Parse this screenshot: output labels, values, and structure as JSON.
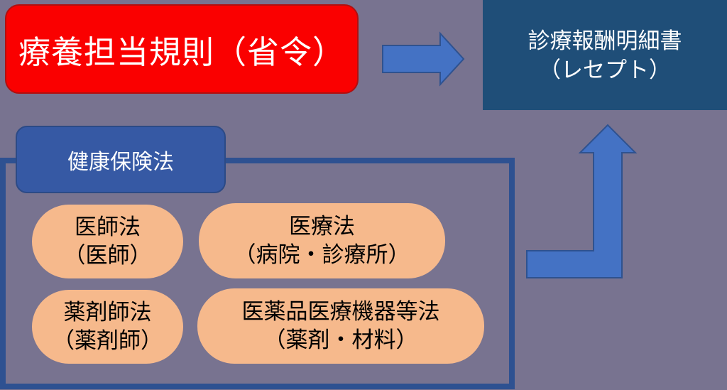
{
  "colors": {
    "background": "#787390",
    "red_box_fill": "#FA0000",
    "red_box_border": "#B01010",
    "navy_box_fill": "#1F4E78",
    "blue_box_fill": "#3659A4",
    "blue_box_border": "#2C4A86",
    "frame_border": "#2E5191",
    "arrow_fill": "#4472C4",
    "arrow_border": "#2F528F",
    "pill_fill": "#F6B98C",
    "pill_text": "#000000",
    "light_text": "#FFFFFF"
  },
  "diagram": {
    "source_box": {
      "label": "療養担当規則（省令）"
    },
    "result_box": {
      "line1": "診療報酬明細書",
      "line2": "（レセプト）"
    },
    "law_group": {
      "label": "健康保険法"
    },
    "laws": [
      {
        "line1": "医師法",
        "line2": "（医師）"
      },
      {
        "line1": "医療法",
        "line2": "（病院・診療所）"
      },
      {
        "line1": "薬剤師法",
        "line2": "（薬剤師）"
      },
      {
        "line1": "医薬品医療機器等法",
        "line2": "（薬剤・材料）"
      }
    ],
    "arrows": [
      {
        "name": "right-arrow",
        "direction": "right"
      },
      {
        "name": "bent-up-arrow",
        "direction": "up"
      }
    ]
  }
}
